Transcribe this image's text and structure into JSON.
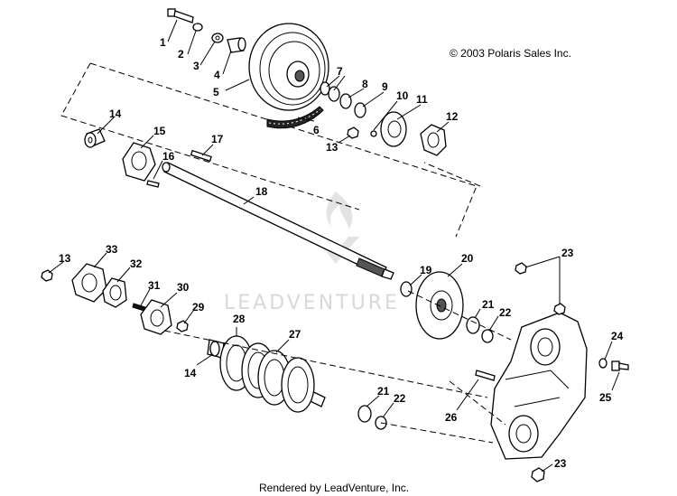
{
  "copyright": "© 2003 Polaris Sales Inc.",
  "footer": "Rendered by LeadVenture, Inc.",
  "watermark": "LEADVENTURE",
  "callouts": {
    "n1": "1",
    "n2": "2",
    "n3": "3",
    "n4": "4",
    "n5": "5",
    "n6": "6",
    "n7": "7",
    "n8": "8",
    "n9": "9",
    "n10": "10",
    "n11": "11",
    "n12": "12",
    "n13a": "13",
    "n13b": "13",
    "n14a": "14",
    "n14b": "14",
    "n15": "15",
    "n16": "16",
    "n17": "17",
    "n18": "18",
    "n19": "19",
    "n20": "20",
    "n21a": "21",
    "n21b": "21",
    "n22a": "22",
    "n22b": "22",
    "n23a": "23",
    "n23b": "23",
    "n24": "24",
    "n25": "25",
    "n26": "26",
    "n27": "27",
    "n28": "28",
    "n29": "29",
    "n30": "30",
    "n31": "31",
    "n32": "32",
    "n33": "33"
  }
}
